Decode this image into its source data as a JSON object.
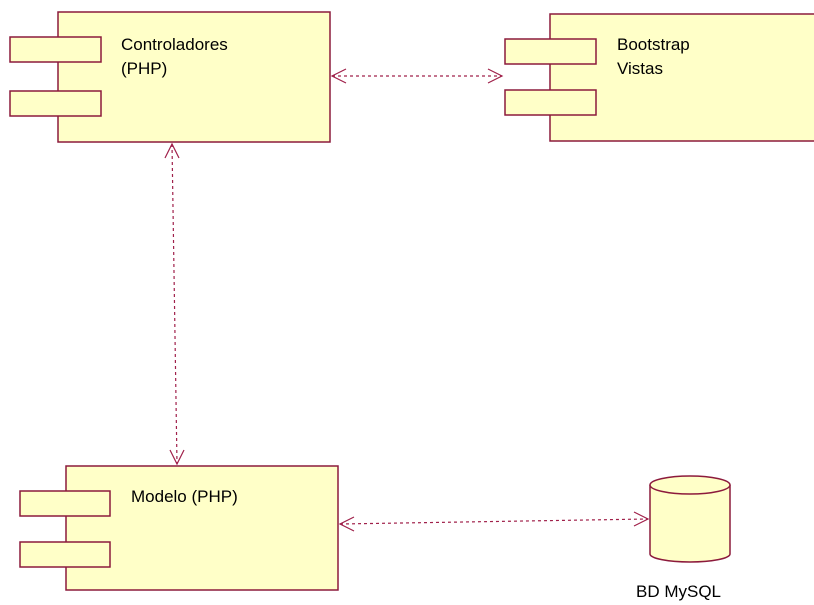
{
  "colors": {
    "component_fill": "#ffffc8",
    "component_stroke": "#8c1a3c",
    "dependency_line": "#a0204a",
    "text": "#000000"
  },
  "components": {
    "controladores": {
      "line1": "Controladores",
      "line2": "(PHP)"
    },
    "bootstrap": {
      "line1": "Bootstrap",
      "line2": "Vistas"
    },
    "modelo": {
      "line1": "Modelo (PHP)"
    }
  },
  "database": {
    "label": "BD MySQL"
  },
  "dependencies": [
    {
      "from": "Controladores (PHP)",
      "to": "Bootstrap Vistas",
      "style": "dashed",
      "arrows": "both"
    },
    {
      "from": "Controladores (PHP)",
      "to": "Modelo (PHP)",
      "style": "dashed",
      "arrows": "both"
    },
    {
      "from": "Modelo (PHP)",
      "to": "BD MySQL",
      "style": "dashed",
      "arrows": "both"
    }
  ]
}
